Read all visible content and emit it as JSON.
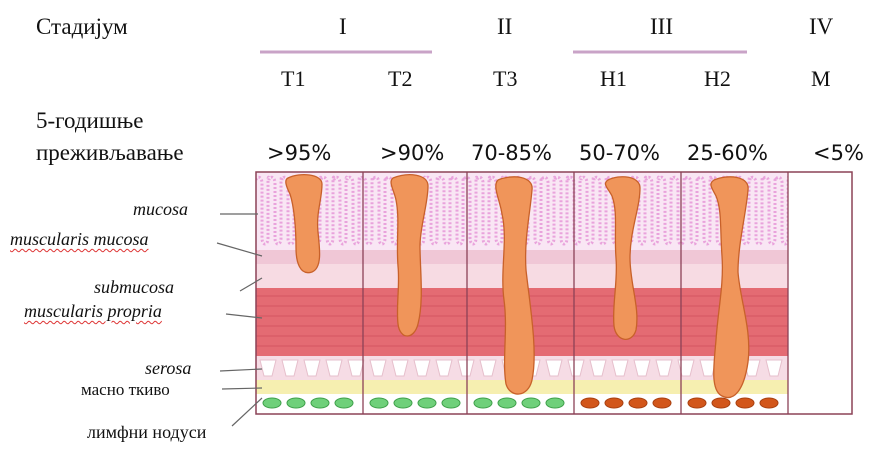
{
  "header": {
    "stage_label": "Стадијум",
    "stages": [
      "I",
      "II",
      "III",
      "IV"
    ],
    "sub_stages": [
      "T1",
      "T2",
      "T3",
      "Н1",
      "Н2",
      "M"
    ],
    "survival_label_line1": "5-годишње",
    "survival_label_line2": "преживљавање",
    "survival_rates": [
      ">95%",
      ">90%",
      "70-85%",
      "50-70%",
      "25-60%",
      "<5%"
    ]
  },
  "layers": {
    "mucosa": "mucosa",
    "muscularis_mucosa": "muscularis mucosa",
    "submucosa": "submucosa",
    "muscularis_propria": "muscularis propria",
    "serosa": "serosa",
    "fat": "масно ткиво",
    "lymph_nodes": "лимфни нодуси"
  },
  "colors": {
    "tumor": "#f0955a",
    "tumor_edge": "#c8612a",
    "mucosa": "#e9a3dc",
    "muscle": "#e46b73",
    "submucosa": "#f7dbe3",
    "fat": "#f6efb0",
    "node_healthy": "#6fd07a",
    "node_invaded": "#d2561a",
    "frame": "#8c4257"
  }
}
